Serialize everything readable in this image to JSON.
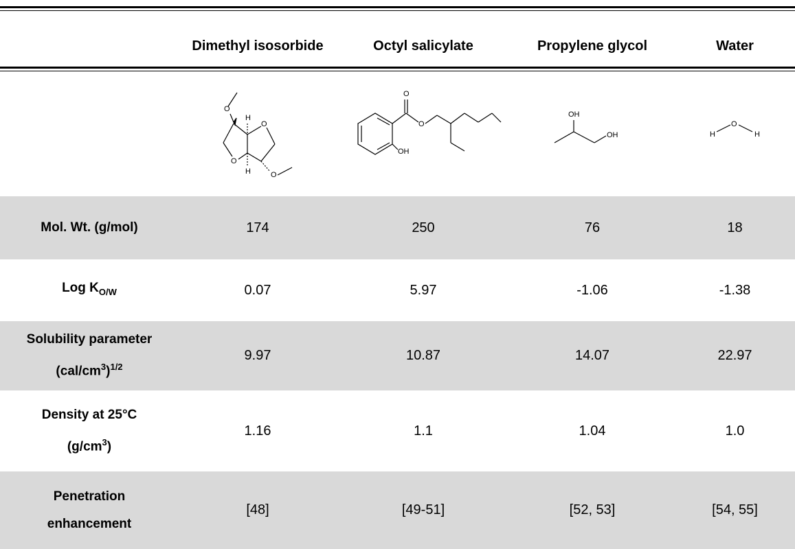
{
  "columns": [
    "Dimethyl isosorbide",
    "Octyl salicylate",
    "Propylene glycol",
    "Water"
  ],
  "structure_labels": {
    "dmi": {
      "h_top": "H",
      "o_ring_top": "O",
      "o_ring_bottom": "O",
      "h_bottom": "H",
      "o_methoxy_bottom": "O"
    },
    "octyl": {
      "o_carbonyl": "O",
      "o_ester": "O",
      "oh": "OH"
    },
    "pg": {
      "oh_top": "OH",
      "oh_right": "OH"
    },
    "water": {
      "h_left": "H",
      "o": "O",
      "h_right": "H"
    }
  },
  "rows": {
    "mw": {
      "label": "Mol. Wt. (g/mol)",
      "values": [
        "174",
        "250",
        "76",
        "18"
      ]
    },
    "logk": {
      "label_main": "Log K",
      "label_sub": "O/W",
      "values": [
        "0.07",
        "5.97",
        "-1.06",
        "-1.38"
      ]
    },
    "sol": {
      "label_line1": "Solubility parameter",
      "label_line2": "(cal/cm",
      "label_sup": "3",
      "label_line2_end": ")",
      "label_sup2": "1/2",
      "values": [
        "9.97",
        "10.87",
        "14.07",
        "22.97"
      ]
    },
    "density": {
      "label_line1": "Density at 25°C",
      "label_line2": "(g/cm",
      "label_sup": "3",
      "label_line2_end": ")",
      "values": [
        "1.16",
        "1.1",
        "1.04",
        "1.0"
      ]
    },
    "pen": {
      "label_line1": "Penetration",
      "label_line2": "enhancement",
      "values": [
        "[48]",
        "[49-51]",
        "[52, 53]",
        "[54, 55]"
      ]
    }
  }
}
